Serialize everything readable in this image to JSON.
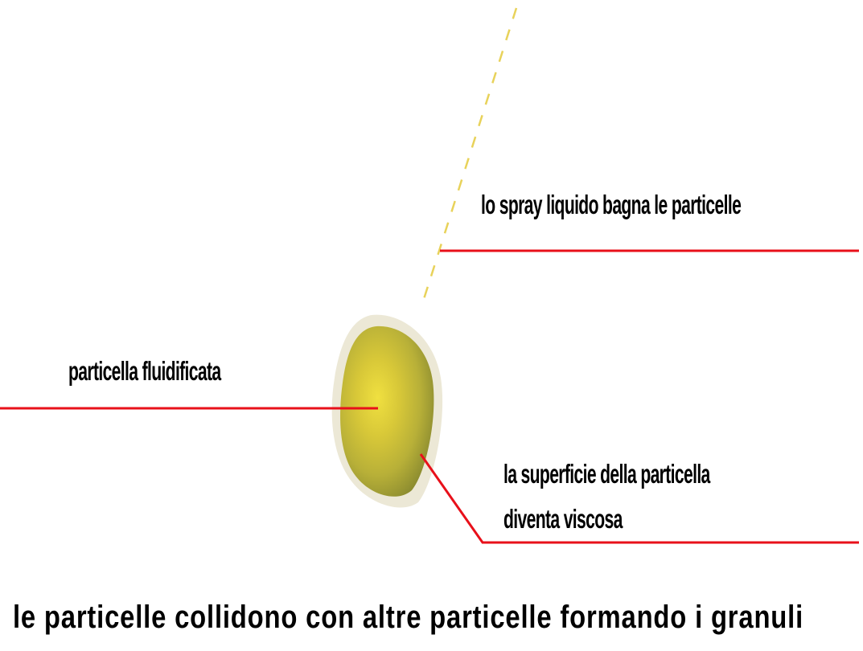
{
  "labels": {
    "spray": "lo spray liquido bagna le particelle",
    "particle": "particella fluidificata",
    "surface_line1": "la superficie della particella",
    "surface_line2": "diventa viscosa"
  },
  "caption": "le particelle collidono con altre particelle formando i granuli",
  "colors": {
    "leader_line": "#e8101a",
    "spray_dashes": "#e8d25a",
    "particle_core": "#e8d838",
    "particle_edge": "#9a9a30",
    "particle_halo": "#ece8d8",
    "text": "#000000"
  }
}
